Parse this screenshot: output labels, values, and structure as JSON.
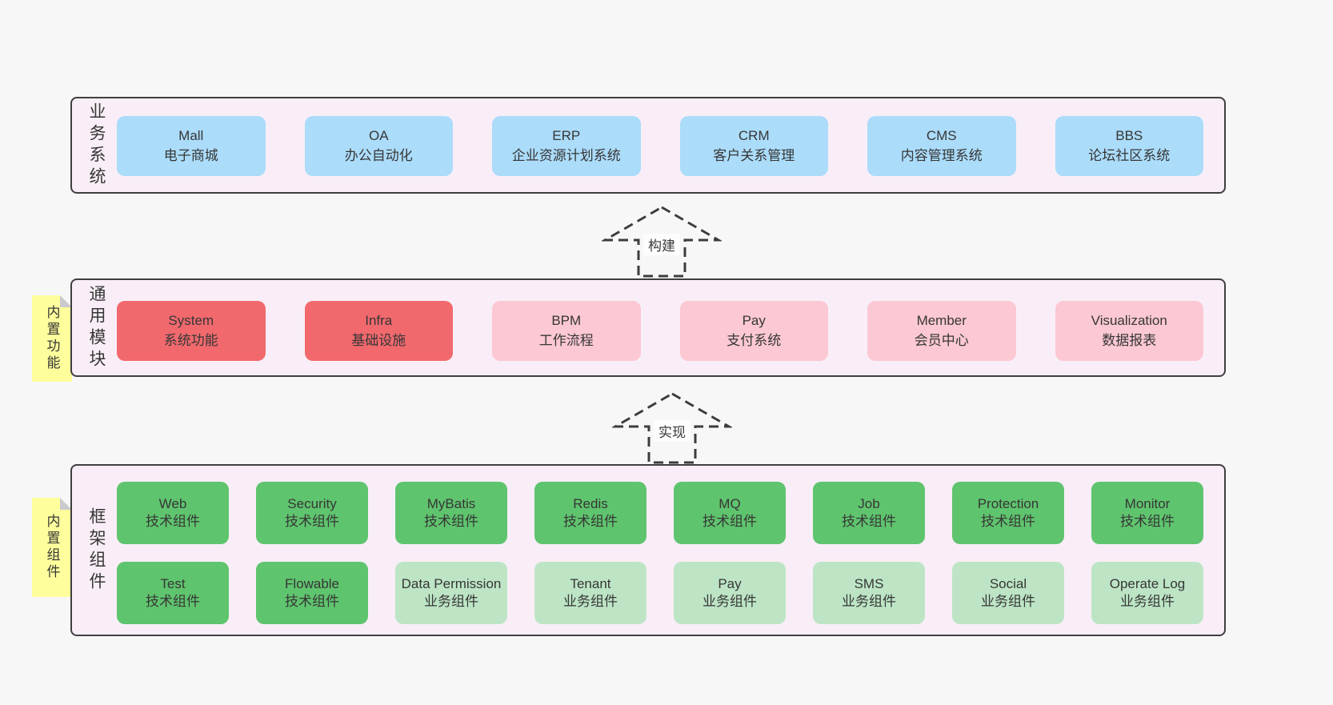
{
  "colors": {
    "page_bg": "#f7f7f7",
    "container_bg": "#f9eef7",
    "container_border": "#3f3f3f",
    "blue_box": "#abdcfa",
    "red_box": "#f1696d",
    "pink_box": "#fbc8d3",
    "green_box": "#5fc46e",
    "light_green_box": "#bde5c5",
    "note_yellow": "#feff9c",
    "note_fold_gray": "#c9c9ce",
    "text": "#363636"
  },
  "arrows": [
    {
      "label": "构建"
    },
    {
      "label": "实现"
    }
  ],
  "layers": {
    "business": {
      "label": "业务系统",
      "boxes": [
        {
          "name": "Mall",
          "desc": "电子商城"
        },
        {
          "name": "OA",
          "desc": "办公自动化"
        },
        {
          "name": "ERP",
          "desc": "企业资源计划系统"
        },
        {
          "name": "CRM",
          "desc": "客户关系管理"
        },
        {
          "name": "CMS",
          "desc": "内容管理系统"
        },
        {
          "name": "BBS",
          "desc": "论坛社区系统"
        }
      ]
    },
    "modules": {
      "label": "通用模块",
      "note": "内置功能",
      "boxes": [
        {
          "name": "System",
          "desc": "系统功能"
        },
        {
          "name": "Infra",
          "desc": "基础设施"
        },
        {
          "name": "BPM",
          "desc": "工作流程"
        },
        {
          "name": "Pay",
          "desc": "支付系统"
        },
        {
          "name": "Member",
          "desc": "会员中心"
        },
        {
          "name": "Visualization",
          "desc": "数据报表"
        }
      ]
    },
    "components": {
      "label": "框架组件",
      "note": "内置组件",
      "row1": [
        {
          "name": "Web",
          "desc": "技术组件"
        },
        {
          "name": "Security",
          "desc": "技术组件"
        },
        {
          "name": "MyBatis",
          "desc": "技术组件"
        },
        {
          "name": "Redis",
          "desc": "技术组件"
        },
        {
          "name": "MQ",
          "desc": "技术组件"
        },
        {
          "name": "Job",
          "desc": "技术组件"
        },
        {
          "name": "Protection",
          "desc": "技术组件"
        },
        {
          "name": "Monitor",
          "desc": "技术组件"
        }
      ],
      "row2": [
        {
          "name": "Test",
          "desc": "技术组件"
        },
        {
          "name": "Flowable",
          "desc": "技术组件"
        },
        {
          "name": "Data Permission",
          "desc": "业务组件"
        },
        {
          "name": "Tenant",
          "desc": "业务组件"
        },
        {
          "name": "Pay",
          "desc": "业务组件"
        },
        {
          "name": "SMS",
          "desc": "业务组件"
        },
        {
          "name": "Social",
          "desc": "业务组件"
        },
        {
          "name": "Operate Log",
          "desc": "业务组件"
        }
      ]
    }
  }
}
